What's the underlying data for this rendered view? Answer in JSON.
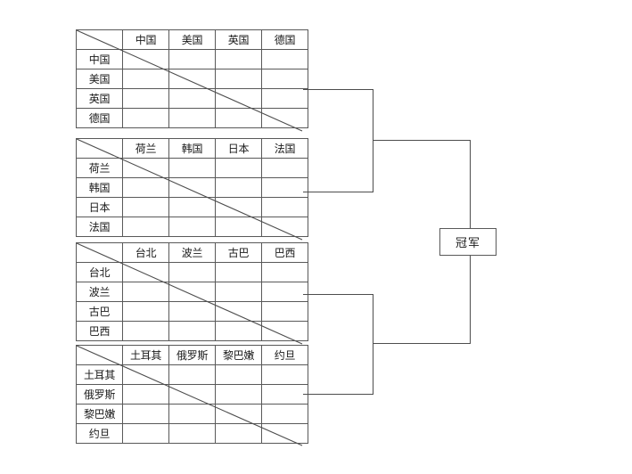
{
  "diagram": {
    "title_text": "",
    "type": "tournament-bracket-with-round-robin-groups",
    "line_color": "#4d4d4d",
    "border_color": "#595959",
    "text_color": "#1a1a1a",
    "background": "#ffffff"
  },
  "groups": [
    {
      "id": "group-1",
      "corner_label": "",
      "teams": [
        "中国",
        "美国",
        "英国",
        "德国"
      ],
      "column_headers": [
        "中国",
        "美国",
        "英国",
        "德国"
      ],
      "row_labels": [
        "中国",
        "美国",
        "英国",
        "德国"
      ]
    },
    {
      "id": "group-2",
      "corner_label": "",
      "teams": [
        "荷兰",
        "韩国",
        "日本",
        "法国"
      ],
      "column_headers": [
        "荷兰",
        "韩国",
        "日本",
        "法国"
      ],
      "row_labels": [
        "荷兰",
        "韩国",
        "日本",
        "法国"
      ]
    },
    {
      "id": "group-3",
      "corner_label": "",
      "teams": [
        "台北",
        "波兰",
        "古巴",
        "巴西"
      ],
      "column_headers": [
        "台北",
        "波兰",
        "古巴",
        "巴西"
      ],
      "row_labels": [
        "台北",
        "波兰",
        "古巴",
        "巴西"
      ]
    },
    {
      "id": "group-4",
      "corner_label": "",
      "teams": [
        "土耳其",
        "俄罗斯",
        "黎巴嫩",
        "约旦"
      ],
      "column_headers": [
        "土耳其",
        "俄罗斯",
        "黎巴嫩",
        "约旦"
      ],
      "row_labels": [
        "土耳其",
        "俄罗斯",
        "黎巴嫩",
        "约旦"
      ]
    }
  ],
  "bracket": {
    "champion_label": "冠军",
    "semifinal_count": 2,
    "final_count": 1
  }
}
